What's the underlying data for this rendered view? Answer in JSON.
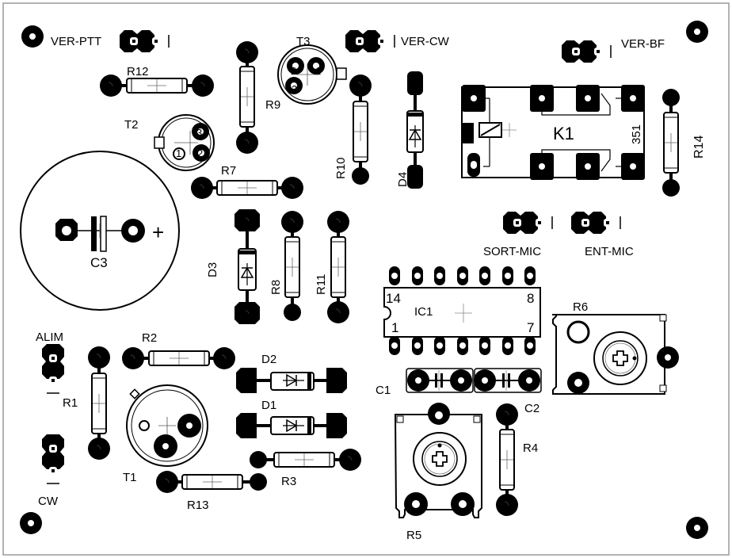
{
  "board": {
    "outline_color": "#9a9a9a",
    "ink_color": "#000000",
    "background": "#ffffff"
  },
  "labels": {
    "ver_ptt": "VER-PTT",
    "ver_cw": "VER-CW",
    "ver_bf": "VER-BF",
    "sort_mic": "SORT-MIC",
    "ent_mic": "ENT-MIC",
    "alim": "ALIM",
    "cw": "CW"
  },
  "components": {
    "R1": "R1",
    "R2": "R2",
    "R3": "R3",
    "R4": "R4",
    "R5": "R5",
    "R6": "R6",
    "R7": "R7",
    "R8": "R8",
    "R9": "R9",
    "R10": "R10",
    "R11": "R11",
    "R12": "R12",
    "R13": "R13",
    "R14": "R14",
    "C1": "C1",
    "C2": "C2",
    "C3": "C3",
    "D1": "D1",
    "D2": "D2",
    "D3": "D3",
    "D4": "D4",
    "T1": "T1",
    "T2": "T2",
    "T3": "T3",
    "IC1": "IC1",
    "K1": "K1"
  },
  "ic1": {
    "pin_14": "14",
    "pin_8": "8",
    "pin_1": "1",
    "pin_7": "7"
  },
  "k1": {
    "part_code": "351"
  },
  "t2_pins": [
    "1",
    "2",
    "3"
  ],
  "t3_pins": [
    "1",
    "2",
    "3"
  ],
  "c3_polarity": "+"
}
